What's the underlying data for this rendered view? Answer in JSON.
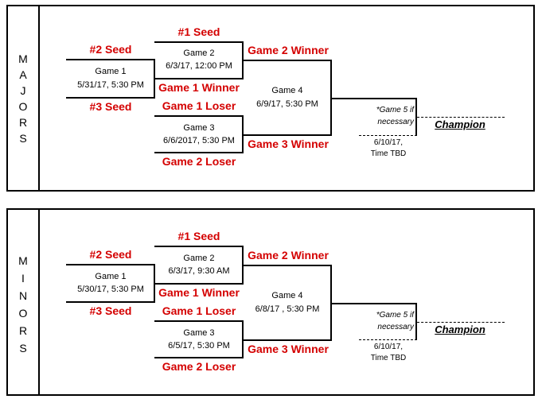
{
  "brackets": [
    {
      "letters": [
        "M",
        "A",
        "J",
        "O",
        "R",
        "S"
      ],
      "seed2": "#2 Seed",
      "seed3": "#3 Seed",
      "seed1": "#1 Seed",
      "game1": {
        "title": "Game 1",
        "date": "5/31/17, 5:30 PM"
      },
      "game2": {
        "title": "Game 2",
        "date": "6/3/17, 12:00 PM"
      },
      "game3": {
        "title": "Game 3",
        "date": "6/6/2017,  5:30 PM"
      },
      "game4": {
        "title": "Game 4",
        "date": "6/9/17, 5:30 PM"
      },
      "g1_winner": "Game 1 Winner",
      "g1_loser": "Game 1 Loser",
      "g2_winner": "Game 2 Winner",
      "g3_winner": "Game 3 Winner",
      "g2_loser": "Game 2 Loser",
      "game5_note_1": "*Game 5 if",
      "game5_note_2": "necessary",
      "game5_date_1": "6/10/17,",
      "game5_date_2": "Time TBD",
      "champion": "Champion"
    },
    {
      "letters": [
        "M",
        "I",
        "N",
        "O",
        "R",
        "S"
      ],
      "seed2": "#2 Seed",
      "seed3": "#3 Seed",
      "seed1": "#1 Seed",
      "game1": {
        "title": "Game 1",
        "date": "5/30/17, 5:30 PM"
      },
      "game2": {
        "title": "Game 2",
        "date": "6/3/17, 9:30 AM"
      },
      "game3": {
        "title": "Game 3",
        "date": "6/5/17, 5:30 PM"
      },
      "game4": {
        "title": "Game 4",
        "date": "6/8/17 , 5:30 PM"
      },
      "g1_winner": "Game 1 Winner",
      "g1_loser": "Game 1 Loser",
      "g2_winner": "Game 2 Winner",
      "g3_winner": "Game 3 Winner",
      "g2_loser": "Game 2 Loser",
      "game5_note_1": "*Game 5 if",
      "game5_note_2": "necessary",
      "game5_date_1": "6/10/17,",
      "game5_date_2": "Time TBD",
      "champion": "Champion"
    }
  ]
}
